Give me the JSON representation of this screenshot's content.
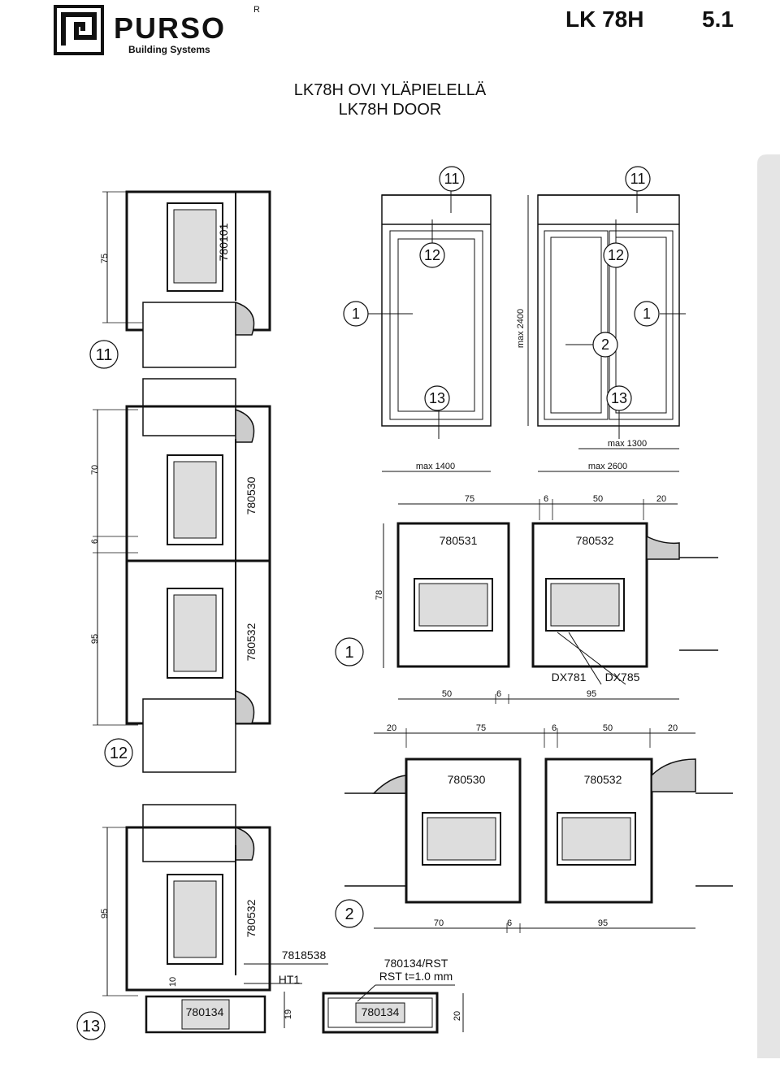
{
  "header": {
    "brand": "PURSO",
    "tagline": "Building Systems",
    "registered": "R",
    "model": "LK 78H",
    "page_number": "5.1"
  },
  "title": {
    "fi": "LK78H OVI YLÄPIELELLÄ",
    "en": "LK78H DOOR"
  },
  "callouts": {
    "c11": "11",
    "c12": "12",
    "c13": "13",
    "c1": "1",
    "c2": "2"
  },
  "elevation": {
    "max_height": "max 2400",
    "single_width": "max 1400",
    "double_width": "max 2600",
    "leaf_width": "max 1300"
  },
  "left_section": {
    "dim_75": "75",
    "dim_70": "70",
    "dim_6": "6",
    "dim_95a": "95",
    "dim_95b": "95",
    "dim_10": "10",
    "dim_19": "19",
    "profile_780101": "780101",
    "profile_780530": "780530",
    "profile_780532a": "780532",
    "profile_780532b": "780532",
    "profile_780134": "780134",
    "profile_7818538": "7818538",
    "ht1": "HT1"
  },
  "section_1": {
    "dim_75": "75",
    "dim_6": "6",
    "dim_50": "50",
    "dim_20": "20",
    "dim_78": "78",
    "dim_bot_50": "50",
    "dim_bot_6": "6",
    "dim_bot_95": "95",
    "profile_a": "780531",
    "profile_b": "780532",
    "gasket_a": "DX781",
    "gasket_b": "DX785"
  },
  "section_2": {
    "dim_20a": "20",
    "dim_75": "75",
    "dim_6": "6",
    "dim_50": "50",
    "dim_20b": "20",
    "dim_bot_70": "70",
    "dim_bot_6": "6",
    "dim_bot_95": "95",
    "profile_a": "780530",
    "profile_b": "780532"
  },
  "threshold": {
    "profile": "780134/RST",
    "material": "RST t=1.0 mm",
    "profile_label": "780134",
    "dim_20": "20"
  }
}
